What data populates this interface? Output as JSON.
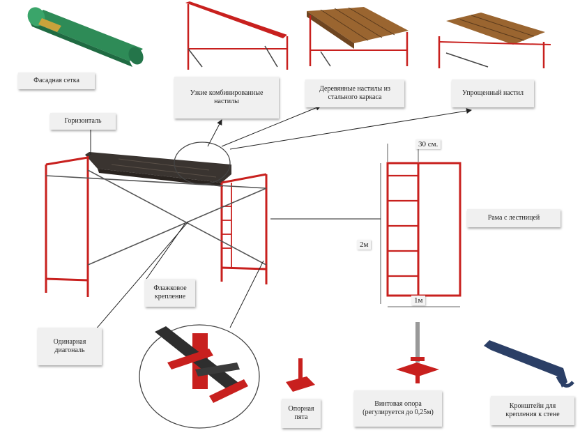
{
  "labels": {
    "facade_mesh": "Фасадная сетка",
    "wide_wooden_decking": "Узкие комбинированные настилы",
    "wooden_decking_steel_frame": "Деревянные настилы из стального каркаса",
    "reinforced_decking": "Упрощенный настил",
    "guardrail": "Горизонталь",
    "frame_with_ladder": "Рама с лестницей",
    "flag_fastening": "Флажковое крепление",
    "single_diagonal": "Одинарная диагональ",
    "base_plate": "Опорная пята",
    "screw_jack": "Винтовая опора (регулируется до 0,25м)",
    "wall_bracket": "Кронштейн для крепления к стене"
  },
  "dimensions": {
    "width_top": "30 см.",
    "height": "2м",
    "width_bottom": "1м"
  },
  "colors": {
    "frame_red": "#c8201e",
    "mesh_green": "#2e8b57",
    "deck_wood": "#8b5a2b",
    "deck_dark": "#3a3430",
    "bracket_blue": "#2b3f66",
    "label_bg": "#f0f0f0"
  }
}
